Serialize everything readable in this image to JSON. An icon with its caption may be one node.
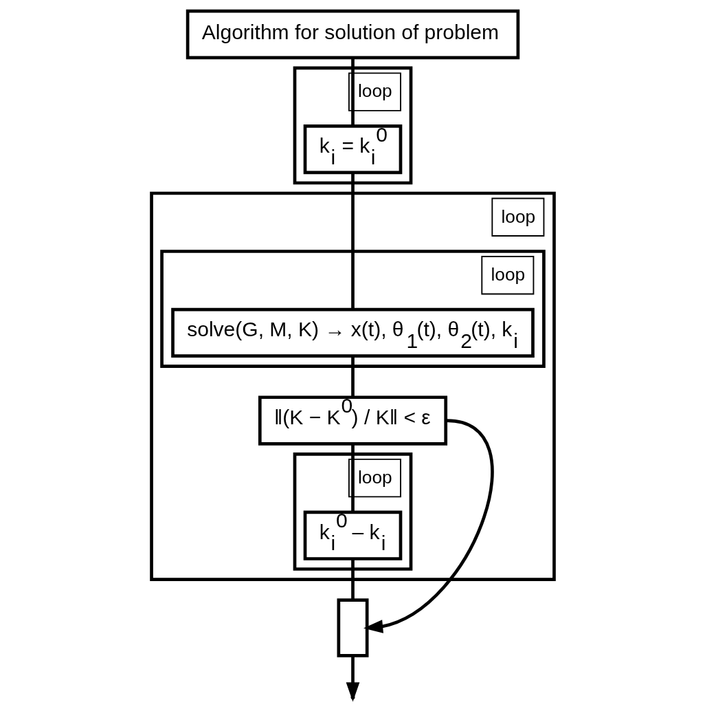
{
  "diagram": {
    "nodes": [
      {
        "text": [
          "Algorithm for solution of problem"
        ]
      },
      {
        "text": [
          "loop"
        ]
      },
      {
        "text": [
          "k$_{i}$ = k$_{i}$$^{0}$"
        ],
        "in": 1
      },
      {
        "text": [
          "loop"
        ]
      },
      {
        "text": [
          "loop"
        ],
        "in": 3
      },
      {
        "text": [
          "solve(G, M, K) → x(t), θ$_{1}$(t), θ$_{2}$(t), k$_{i}$"
        ],
        "in": 4
      },
      {
        "text": [
          "‖(K − K$^{0}$) / K‖ < ε"
        ],
        "in": 3
      },
      {
        "text": [
          "loop"
        ],
        "in": 3
      },
      {
        "text": [
          "k$_{i}$$^{0}$ – k$_{i}$"
        ],
        "in": 7
      },
      {
        "text": [],
        "shape": "box"
      }
    ],
    "edges": [
      {
        "from": 0,
        "to": 2,
        "arrow": "none"
      },
      {
        "from": 2,
        "to": 5,
        "arrow": "none"
      },
      {
        "from": 5,
        "to": 6,
        "arrow": "none"
      },
      {
        "from": 6,
        "to": 8,
        "arrow": "none"
      },
      {
        "from": 8,
        "to": 9,
        "arrow": "none"
      },
      {
        "from": 6,
        "to": 9,
        "arrow": "to"
      },
      {
        "from": 9,
        "to": null,
        "arrow": "to"
      }
    ]
  }
}
